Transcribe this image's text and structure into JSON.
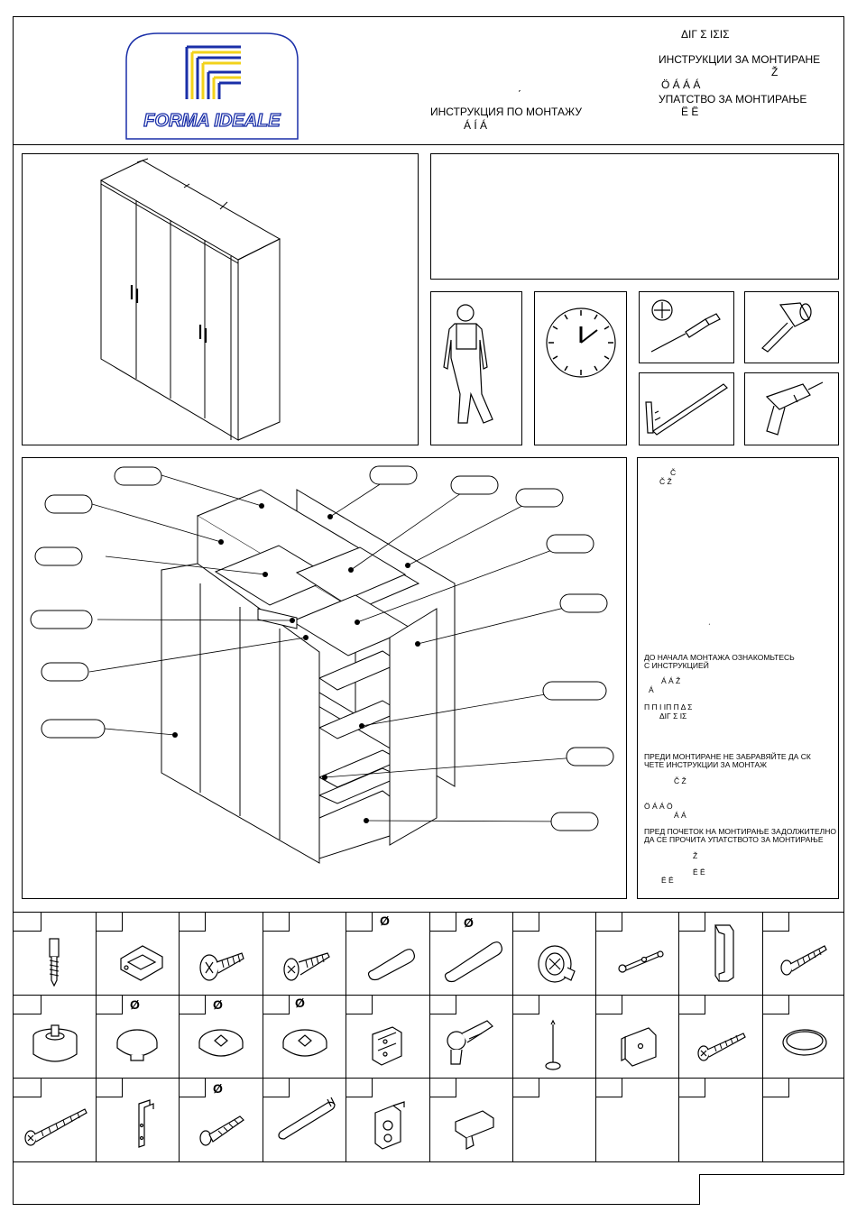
{
  "brand": {
    "name": "FORMA IDEALE",
    "colors": {
      "blue": "#1a2fa8",
      "yellow": "#f2d21a"
    }
  },
  "header": {
    "title_right_1": "ΔΙΓ  Σ     ΙΣΙΣ",
    "title_bg": "ИНСТРУКЦИИ ЗА МОНТИРАНЕ",
    "title_bg_sub": "Ž",
    "title_accent_row": "Ö       Á        Á              Á",
    "title_mk": "УПАТСТВО ЗА МОНТИРАЊЕ",
    "title_mk_sub": "Ë              Ë",
    "title_ru_mark": "΄",
    "title_ru": "ИНСТРУКЦИЯ ПО МОНТАЖУ",
    "title_ru_sub": "Á    Í    Á"
  },
  "notes": {
    "line1": "Č",
    "line2": "Č                                        Ž",
    "mark": "΄",
    "ru_1": "ДО НАЧАЛА МОНТАЖА ОЗНАКОМЬТЕСЬ",
    "ru_2": "С ИНСТРУКЦИЕЙ",
    "acc_1": "Á                  Á                               Ž",
    "acc_2": "Á",
    "gr_1": "Π       Π     Ι           ΙΠ    Π        Δ      Σ",
    "gr_2": "ΔΙΓ  Σ   ΙΣ",
    "bg_1": "ПРЕДИ МОНТИРАНЕ НЕ ЗАБРАВЯЙТЕ ДА СК",
    "bg_2": "ЧЕТЕ ИНСТРУКЦИИ ЗА МОНТАЖ",
    "acc_3": "Č                     Ž",
    "acc_4": "Ö      Á     Á     Ö",
    "acc_5": "Á            Á",
    "mk_1": "ПРЕД ПОЧЕТОК НА МОНТИРАЊЕ ЗАДОЛЖИТЕЛНО",
    "mk_2": "ДА СЕ ПРОЧИТА УПАТСТВОТО ЗА МОНТИРАЊЕ",
    "acc_6": "Ž",
    "acc_7": "Ë               Ë",
    "acc_8": "Ë            Ë"
  },
  "hardware": {
    "diam_symbol": "Ø",
    "row1": [
      "confirmat-screw-icon",
      "connector-clip-icon",
      "flat-screw-icon",
      "countersunk-screw-icon",
      "dowel-icon",
      "long-dowel-icon",
      "cam-lock-icon",
      "cam-bolt-icon",
      "handle-icon",
      "bolt-icon"
    ],
    "row2": [
      "adjustable-foot-icon",
      "cap-icon",
      "cover-cap-icon",
      "cover-cap-icon",
      "hinge-plate-icon",
      "hinge-icon",
      "nail-icon",
      "back-plate-icon",
      "screw-icon",
      "round-cap-icon"
    ],
    "row3": [
      "long-screw-icon",
      "angle-bracket-icon",
      "wall-plug-icon",
      "hanging-rod-icon",
      "rod-holder-icon",
      "shelf-support-icon"
    ]
  }
}
